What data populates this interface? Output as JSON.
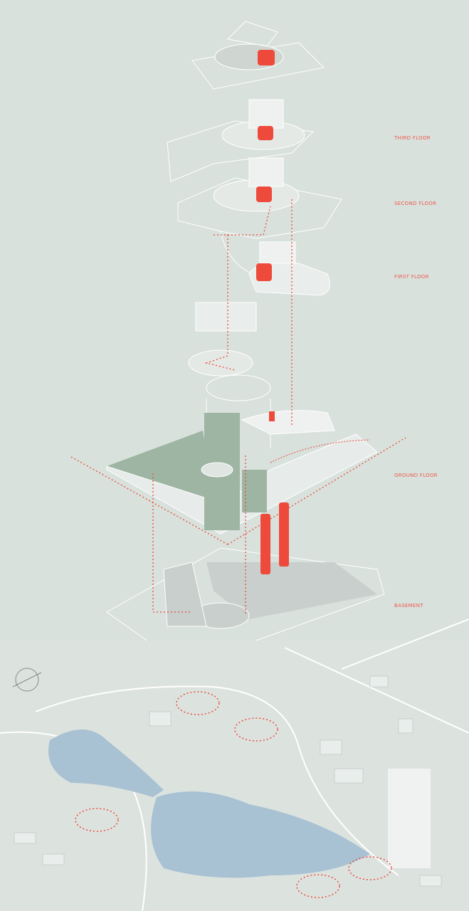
{
  "labels": {
    "third_floor": "THIRD FLOOR",
    "second_floor": "SECOND FLOOR",
    "first_floor": "FIRST FLOOR",
    "ground_floor": "GROUND FLOOR",
    "basement": "BASEMENT"
  },
  "colors": {
    "background": "#d8e1dc",
    "accent_red": "#ee4a3c",
    "ground_green": "#9db5a2",
    "lake_blue": "#a8c2d3",
    "basement_grey": "#c9cfcc"
  }
}
